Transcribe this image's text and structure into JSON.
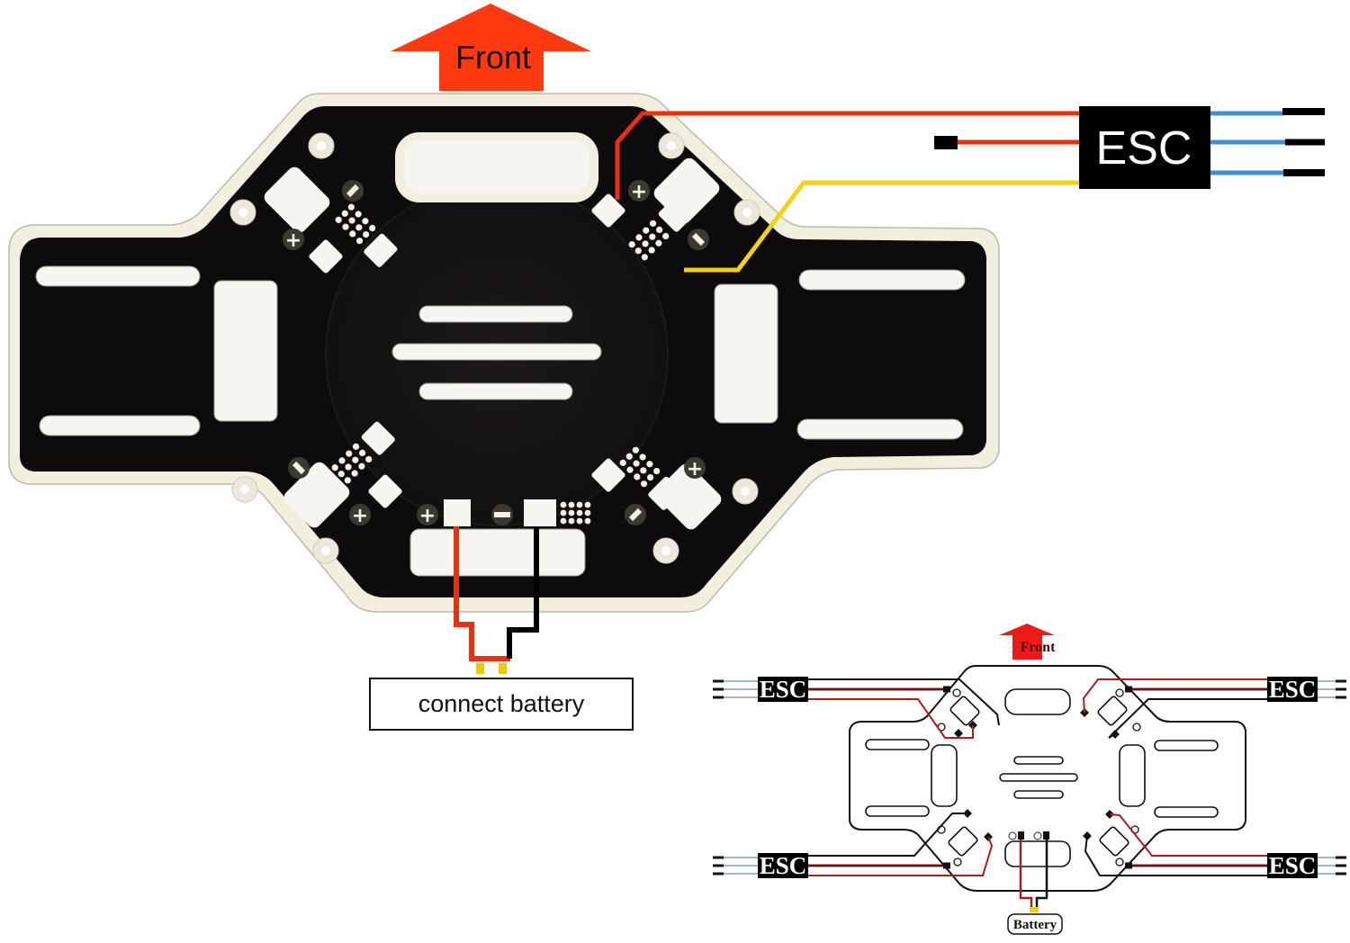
{
  "title": "Quadcopter power distribution board wiring diagram",
  "main_diagram": {
    "front_label": "Front",
    "esc_label": "ESC",
    "battery_label": "connect battery",
    "pad_signs": {
      "plus": "+",
      "minus": "−"
    },
    "colors": {
      "arrow": "#ff3a10",
      "board": "#0d0b0c",
      "board_outline": "#f3efdf",
      "pad": "#f7f5f0",
      "wire_positive": "#e8320c",
      "wire_negative": "#000000",
      "wire_signal": "#f3d20f",
      "motor_wire": "#3d8fd6",
      "connector": "#f0c800"
    }
  },
  "inset_diagram": {
    "front_label": "Front",
    "battery_label": "Battery",
    "escs": [
      {
        "position": "top-left",
        "label": "ESC"
      },
      {
        "position": "top-right",
        "label": "ESC"
      },
      {
        "position": "bottom-left",
        "label": "ESC"
      },
      {
        "position": "bottom-right",
        "label": "ESC"
      }
    ],
    "colors": {
      "arrow": "#ee1a1a",
      "outline": "#111111",
      "wire_positive": "#b01c1c",
      "wire_negative": "#111111",
      "motor_wire": "#9fb8c8"
    }
  }
}
